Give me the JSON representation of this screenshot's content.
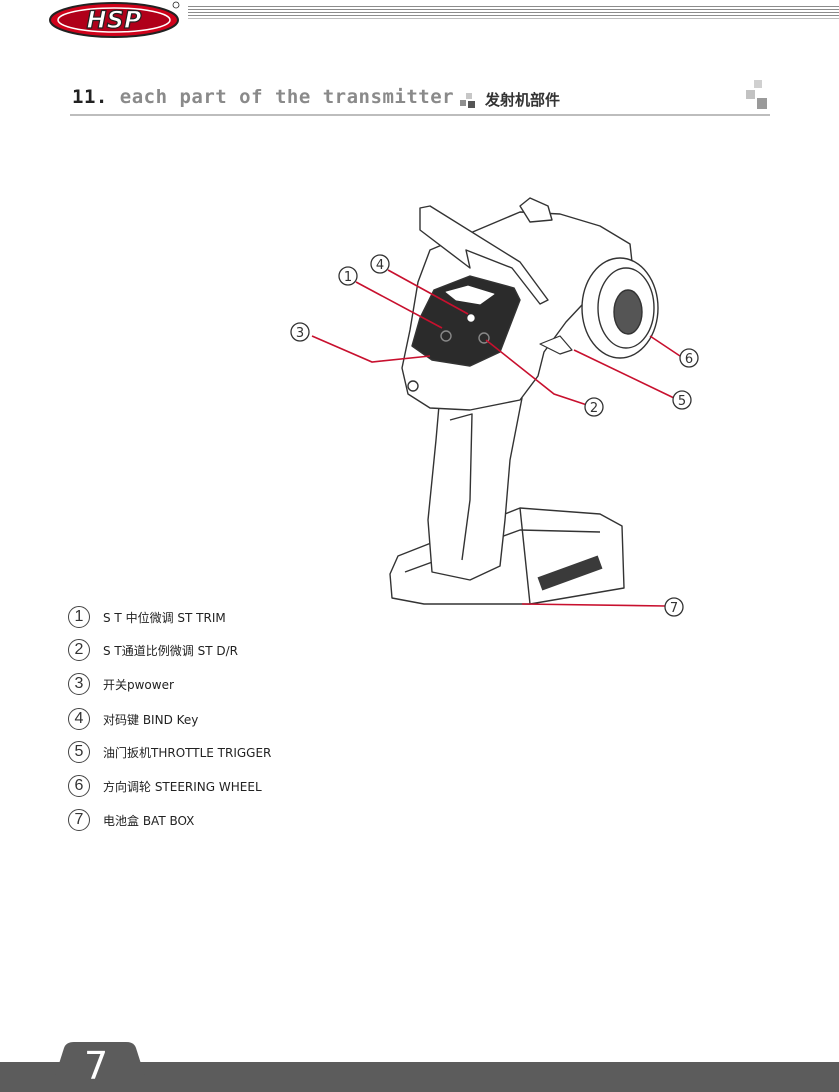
{
  "header": {
    "logo_text": "HSP",
    "section_number": "11.",
    "section_title": "each part of the transmitter",
    "section_title_cn": "发射机部件"
  },
  "callouts": [
    "1",
    "2",
    "3",
    "4",
    "5",
    "6",
    "7"
  ],
  "legend": [
    {
      "num": "1",
      "label": "S T 中位微调 ST TRIM"
    },
    {
      "num": "2",
      "label": "S T通道比例微调 ST D/R"
    },
    {
      "num": "3",
      "label": "开关pwower"
    },
    {
      "num": "4",
      "label": "对码键 BIND  Key"
    },
    {
      "num": "5",
      "label": "油门扳机THROTTLE TRIGGER"
    },
    {
      "num": "6",
      "label": "方向调轮 STEERING WHEEL"
    },
    {
      "num": "7",
      "label": "电池盒 BAT BOX"
    }
  ],
  "footer": {
    "page_number": "7"
  },
  "colors": {
    "callout_line": "#c8102e",
    "logo_red": "#d0021b",
    "footer": "#5c5c5c"
  }
}
